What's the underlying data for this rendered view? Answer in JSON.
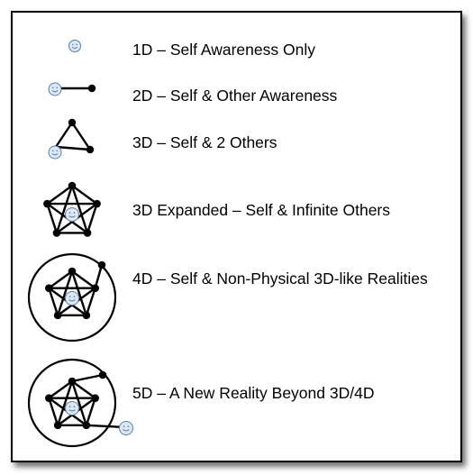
{
  "levels": [
    {
      "id": "1d",
      "label": "1D – Self Awareness Only",
      "icon": "single-smiley"
    },
    {
      "id": "2d",
      "label": "2D – Self & Other Awareness",
      "icon": "smiley-line-dot"
    },
    {
      "id": "3d",
      "label": "3D – Self & 2 Others",
      "icon": "triangle-with-smiley"
    },
    {
      "id": "3d-expanded",
      "label": "3D Expanded – Self & Infinite Others",
      "icon": "pentagon-network-smiley"
    },
    {
      "id": "4d",
      "label": "4D – Self & Non-Physical 3D-like Realities",
      "icon": "circled-network-outer-node"
    },
    {
      "id": "5d",
      "label": "5D – A New Reality Beyond 3D/4D",
      "icon": "circled-network-outer-smiley"
    }
  ],
  "colors": {
    "line": "#000000",
    "node": "#000000",
    "smiley_fill": "#dbe7f3",
    "smiley_stroke": "#5a7da8",
    "border": "#000000"
  }
}
